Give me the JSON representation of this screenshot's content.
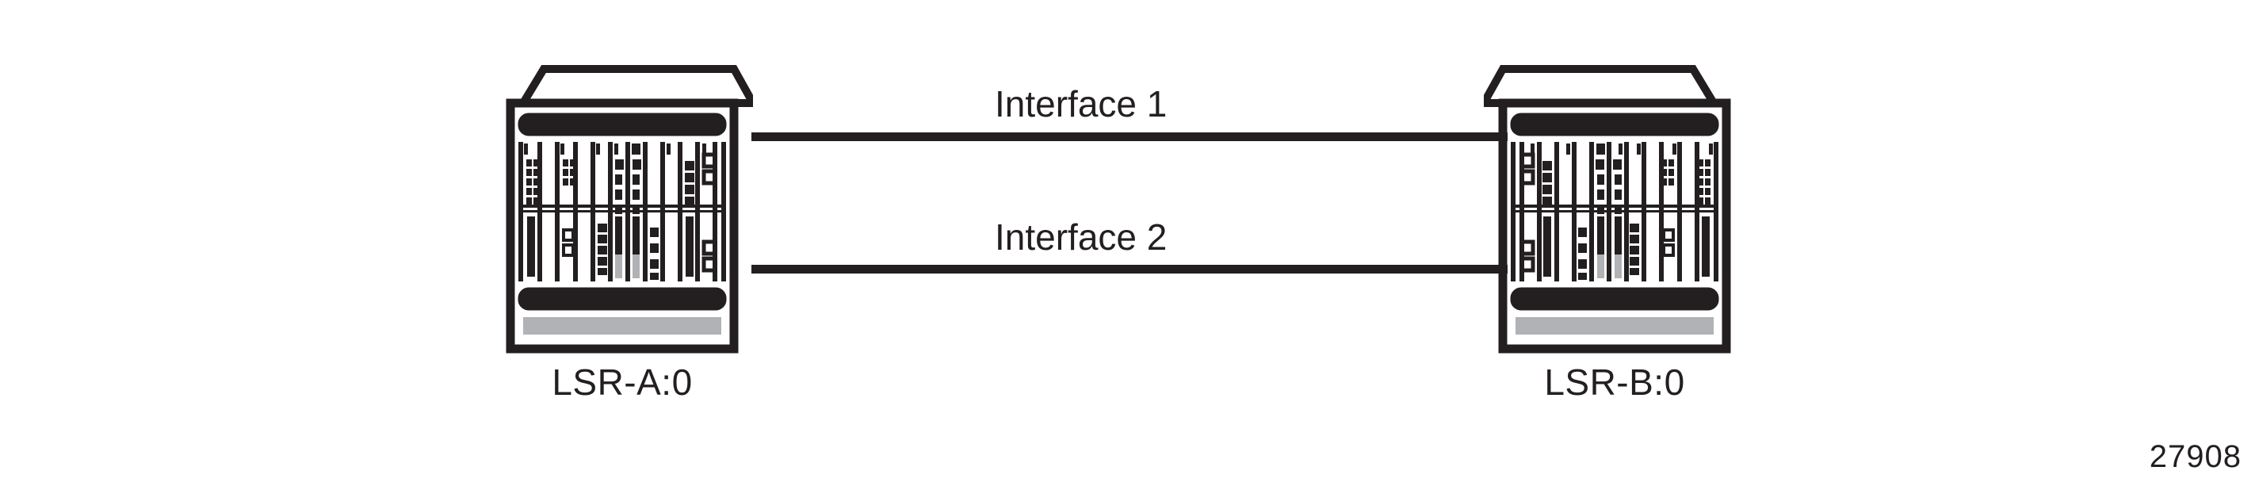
{
  "diagram": {
    "type": "network-topology",
    "figure_id": "27908",
    "nodes": [
      {
        "id": "lsr-a",
        "label": "LSR-A:0",
        "device": "router-chassis"
      },
      {
        "id": "lsr-b",
        "label": "LSR-B:0",
        "device": "router-chassis"
      }
    ],
    "links": [
      {
        "id": "link-1",
        "label": "Interface 1",
        "from": "lsr-a",
        "to": "lsr-b"
      },
      {
        "id": "link-2",
        "label": "Interface 2",
        "from": "lsr-a",
        "to": "lsr-b"
      }
    ],
    "colors": {
      "ink": "#231f20",
      "accent_gray": "#b0b2b5",
      "background": "#ffffff"
    }
  }
}
